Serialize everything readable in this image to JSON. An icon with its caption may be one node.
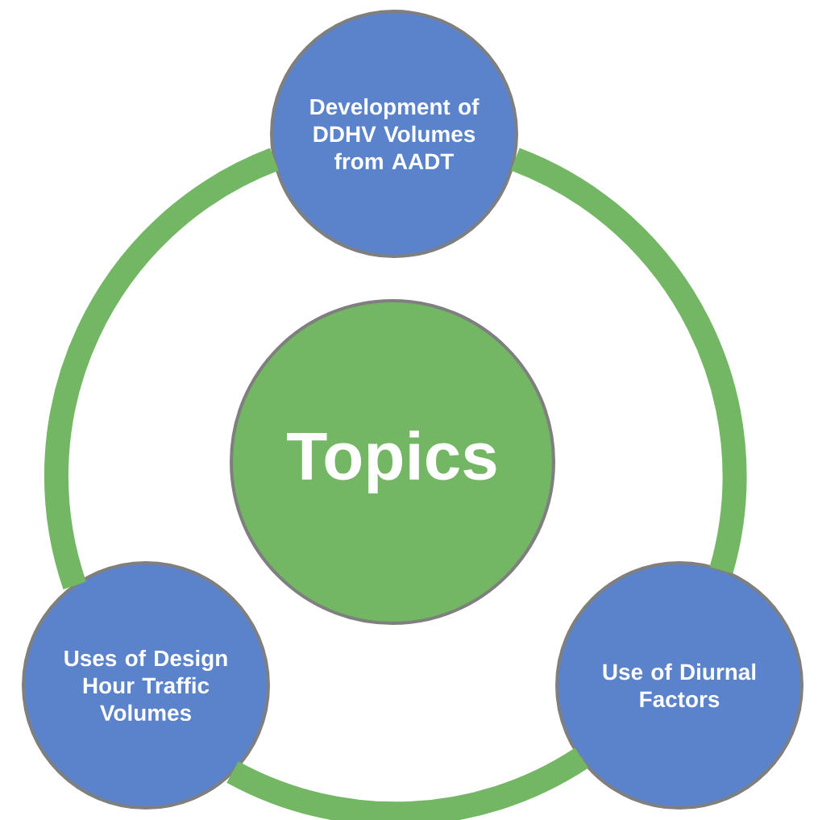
{
  "diagram": {
    "nodes": [
      {
        "text": [
          "Development of DDHV Volumes from AADT"
        ]
      },
      {
        "text": [
          "Topics"
        ]
      },
      {
        "text": [
          "Uses of Design Hour Traffic Volumes"
        ]
      },
      {
        "text": [
          "Use of Diurnal Factors"
        ]
      }
    ],
    "edges": [
      {
        "from": 0,
        "to": 2,
        "arrow": "none"
      },
      {
        "from": 2,
        "to": 3,
        "arrow": "none"
      },
      {
        "from": 3,
        "to": 0,
        "arrow": "none"
      }
    ]
  }
}
